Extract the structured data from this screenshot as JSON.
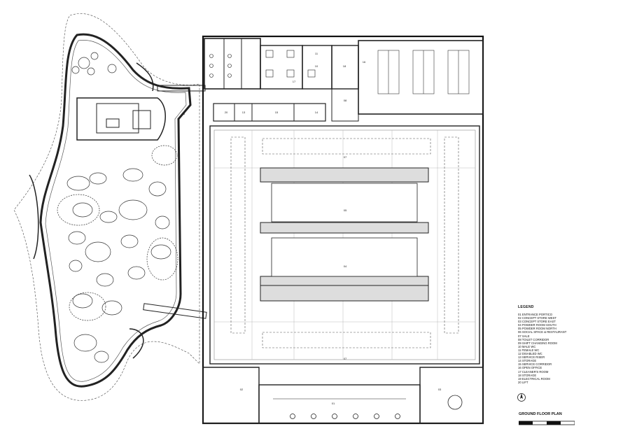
{
  "legend": {
    "title": "LEGEND",
    "items": [
      "01 ENTRANCE PORTICO",
      "02 CONCEPT STORE WEST",
      "03 CONCEPT STORE EAST",
      "04 POWDER ROOM SOUTH",
      "05 POWDER ROOM NORTH",
      "06 SOCIAL SPACE & RESTAURANT",
      "07 SALE",
      "08 TOILET CORRIDOR",
      "09 SHIFT CHANGING ROOM",
      "10 MALE WC",
      "11 FEMALE WC",
      "12 DISABLED WC",
      "13 SERVICE RISER",
      "14 STORAGE",
      "15 SERVICE CORRIDOR",
      "16 OPEN OFFICE",
      "17 CLEANER'S ROOM",
      "18 STORAGE",
      "19 ELECTRICAL ROOM",
      "20 LIFT"
    ]
  },
  "plan_title": "GROUND FLOOR PLAN",
  "rooms": {
    "sale_north": "07",
    "sale_south": "07",
    "powder_north": "05",
    "powder_south": "04",
    "store_west": "02",
    "store_east": "03",
    "portico": "01",
    "social": "06",
    "corridor": "08",
    "office": "16",
    "wc_female": "11",
    "wc_male": "10",
    "storage": "18",
    "lift": "20",
    "riser": "13",
    "service": "15",
    "storage14": "14",
    "cleaner": "17"
  }
}
